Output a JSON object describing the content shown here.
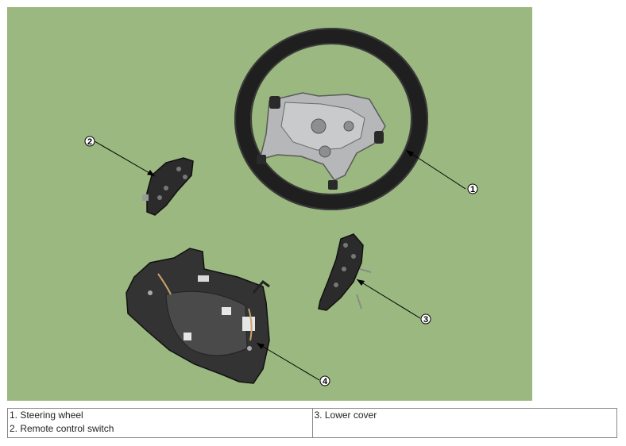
{
  "figure": {
    "background": "#9ab87f",
    "callouts": [
      {
        "num": "1"
      },
      {
        "num": "2"
      },
      {
        "num": "3"
      },
      {
        "num": "4"
      }
    ]
  },
  "legend": {
    "items": [
      "1. Steering wheel",
      "2. Remote control switch",
      "3. Lower cover"
    ]
  }
}
